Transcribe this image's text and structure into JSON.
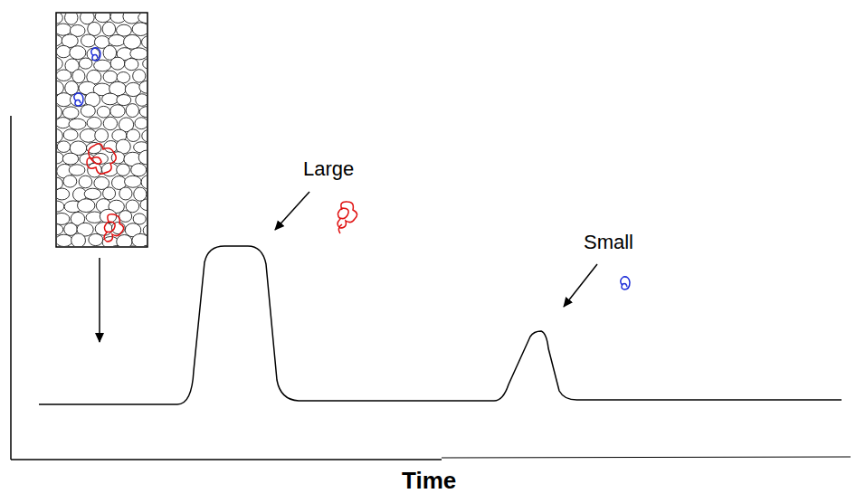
{
  "diagram": {
    "labels": [
      "Large",
      "Small",
      "Time"
    ]
  }
}
